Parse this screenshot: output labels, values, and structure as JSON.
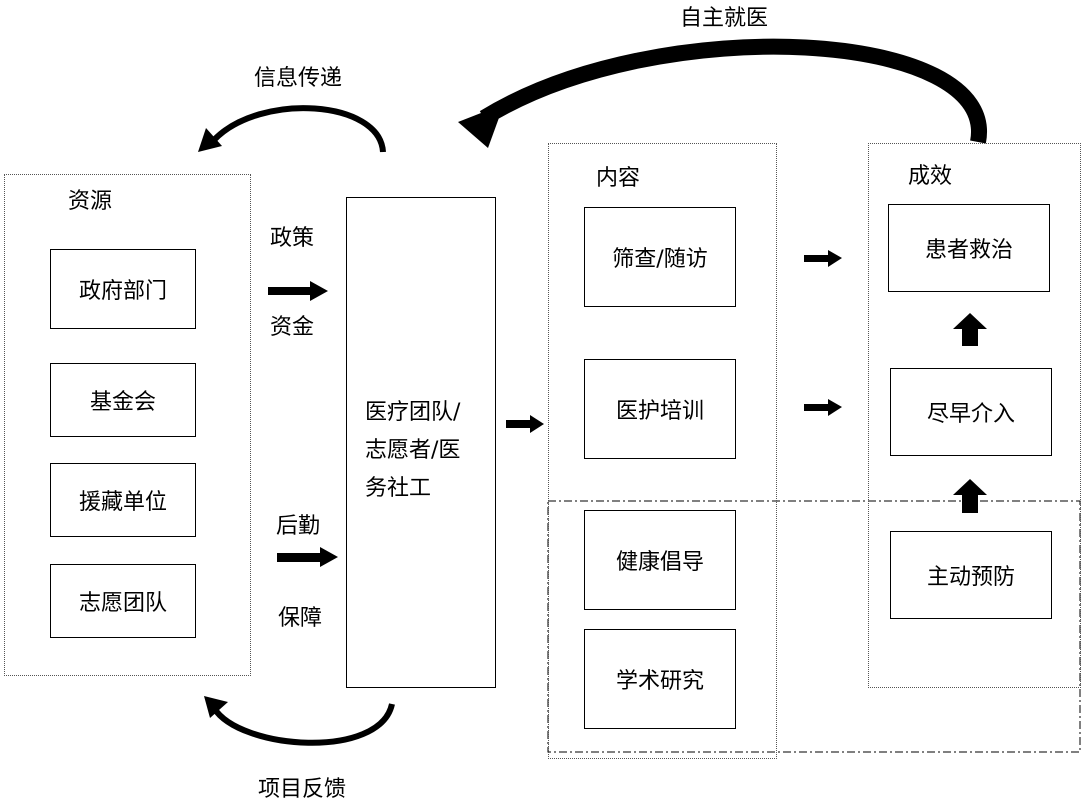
{
  "top_flow": {
    "self_care": "自主就医",
    "info_transfer": "信息传递",
    "feedback": "项目反馈"
  },
  "resources": {
    "title": "资源",
    "items": [
      "政府部门",
      "基金会",
      "援藏单位",
      "志愿团队"
    ]
  },
  "support": {
    "policy": "政策",
    "funding": "资金",
    "logistics": "后勤",
    "guarantee": "保障"
  },
  "team": {
    "lines": [
      "医疗团队/",
      "志愿者/医",
      "务社工"
    ]
  },
  "content": {
    "title": "内容",
    "items": [
      "筛查/随访",
      "医护培训",
      "健康倡导",
      "学术研究"
    ]
  },
  "outcome": {
    "title": "成效",
    "items": [
      "患者救治",
      "尽早介入",
      "主动预防"
    ]
  }
}
